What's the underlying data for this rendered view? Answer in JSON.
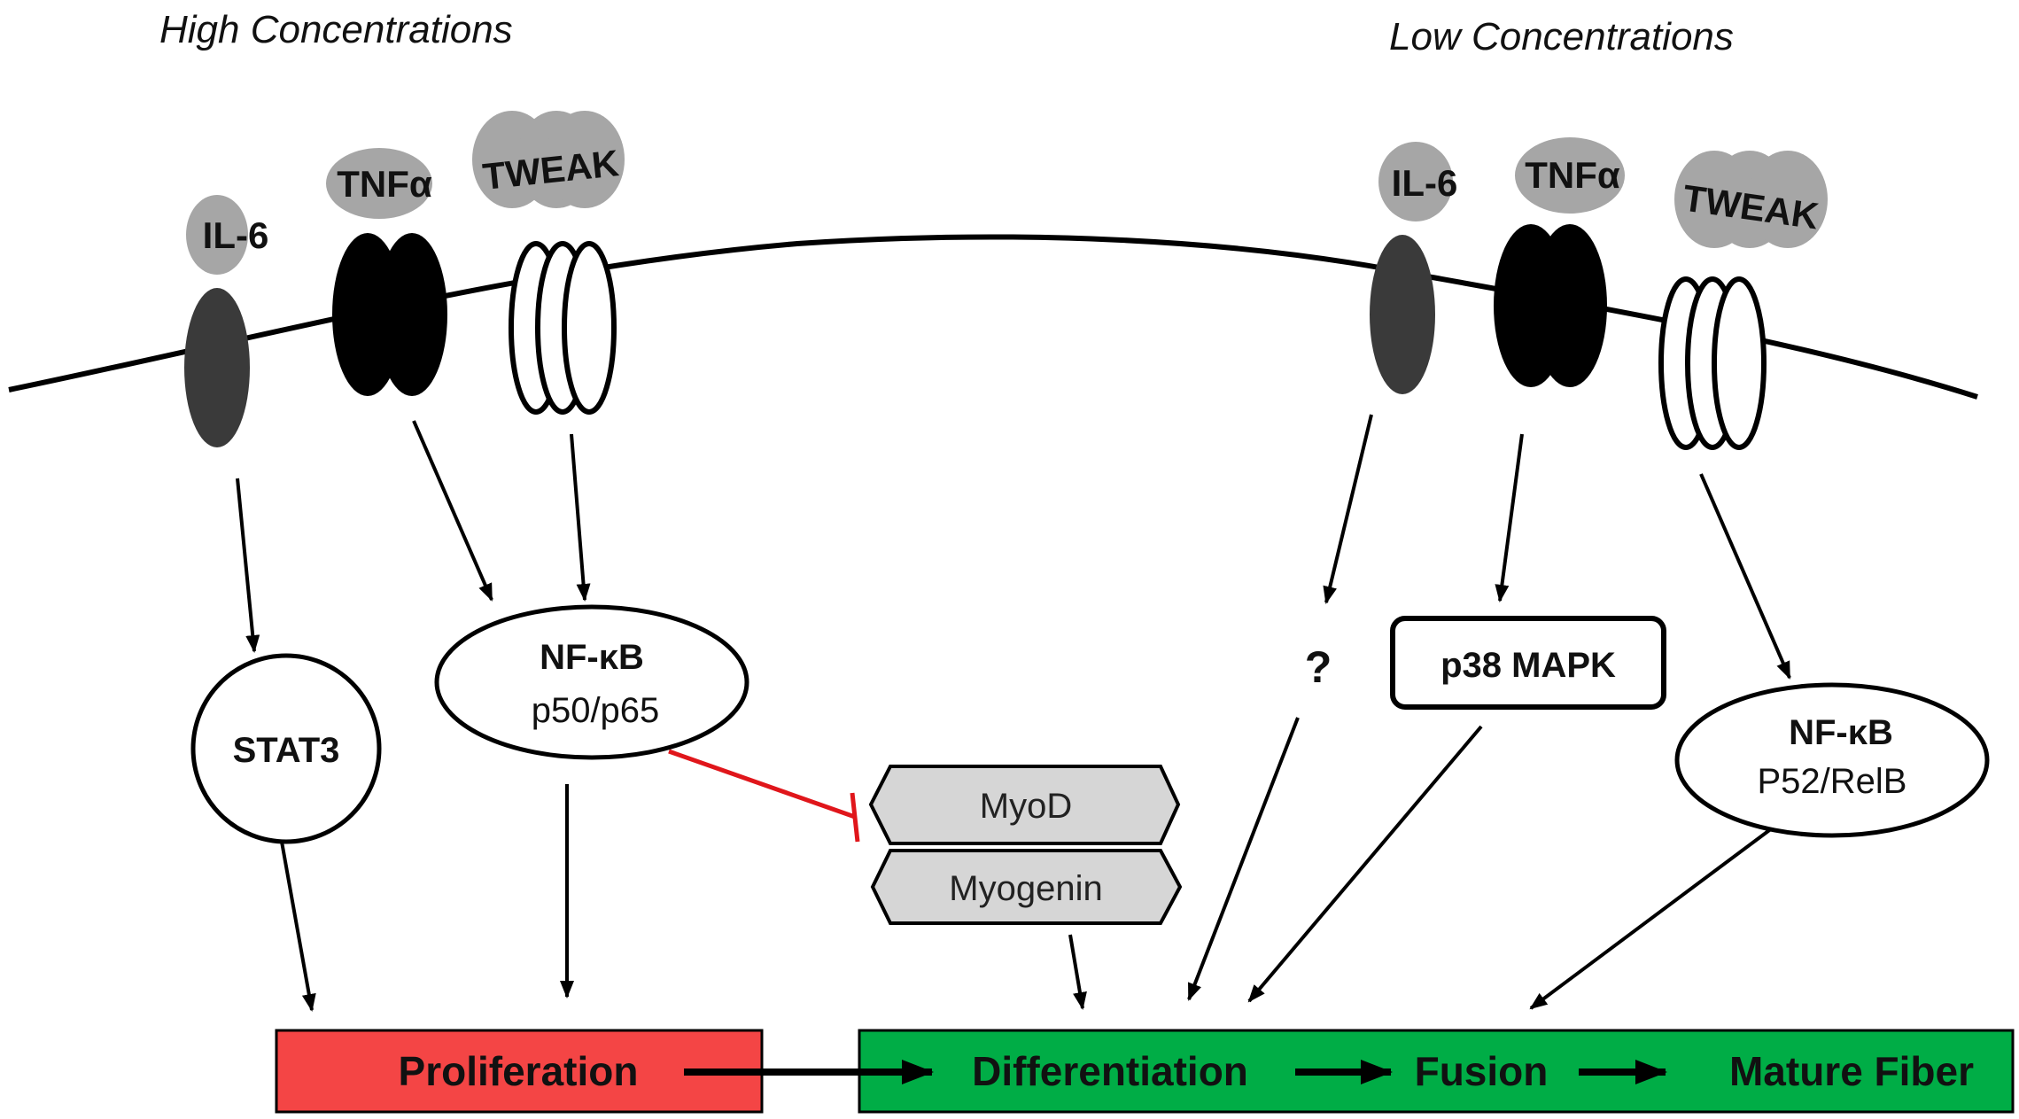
{
  "headings": {
    "high": "High Concentrations",
    "low": "Low Concentrations"
  },
  "ligands": {
    "il6": "IL-6",
    "tnfa": "TNFα",
    "tweak": "TWEAK"
  },
  "nodes": {
    "stat3": "STAT3",
    "nfkb_title": "NF-κB",
    "nfkb_canonical_sub": "p50/p65",
    "unknown": "?",
    "p38": "p38 MAPK",
    "nfkb_noncanonical_sub": "P52/RelB"
  },
  "transcription_factors": {
    "myod": "MyoD",
    "myogenin": "Myogenin"
  },
  "stages": {
    "proliferation": "Proliferation",
    "differentiation": "Differentiation",
    "fusion": "Fusion",
    "mature": "Mature Fiber"
  },
  "colors": {
    "ligand_fill": "#a6a6a6",
    "il6_receptor": "#3a3a3a",
    "tnf_receptor": "#000000",
    "inhibition": "#e0161b",
    "proliferation_box": "#f44545",
    "differentiation_box": "#00ad46",
    "tf_box": "#d6d6d6"
  }
}
